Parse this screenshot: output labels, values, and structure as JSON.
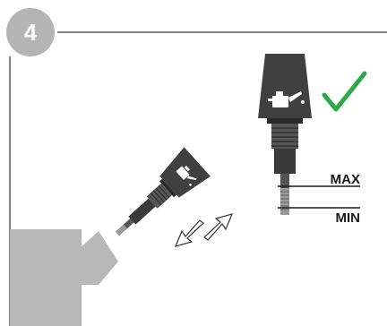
{
  "step": {
    "number": "4"
  },
  "dipstick_levels": {
    "max_label": "MAX",
    "min_label": "MIN"
  },
  "icons": {
    "check": "checkmark-icon",
    "oil_can": "oil-can-icon",
    "swap": "insert-remove-arrows-icon"
  },
  "colors": {
    "step_badge": "#b5b5b5",
    "dark_gray": "#404040",
    "mid_gray": "#808080",
    "check_green": "#2ea84a",
    "engine_block": "#b8b8b8"
  }
}
